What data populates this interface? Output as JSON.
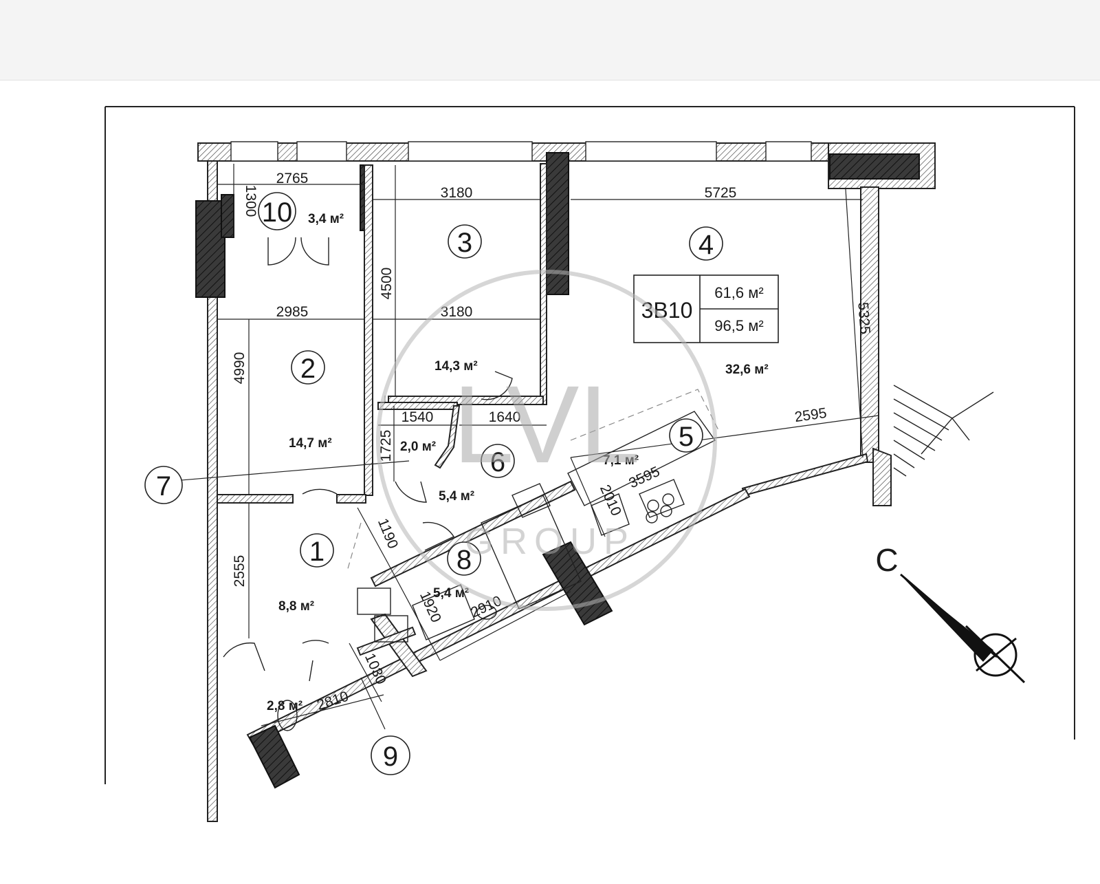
{
  "apartment": {
    "code": "3B10",
    "living_area": "61,6 м²",
    "total_area": "96,5 м²"
  },
  "rooms": [
    {
      "number": "1",
      "area": "8,8 м²"
    },
    {
      "number": "2",
      "area": "14,7 м²"
    },
    {
      "number": "3",
      "area": "14,3 м²"
    },
    {
      "number": "4",
      "area": "32,6 м²"
    },
    {
      "number": "5",
      "area": "7,1 м²"
    },
    {
      "number": "6",
      "area": "5,4 м²"
    },
    {
      "number": "7",
      "area": "2,0 м²"
    },
    {
      "number": "8",
      "area": "5,4 м²"
    },
    {
      "number": "9",
      "area": "2,8 м²"
    },
    {
      "number": "10",
      "area": "3,4 м²"
    }
  ],
  "dimensions": [
    "2765",
    "1300",
    "3180",
    "5725",
    "4500",
    "2985",
    "3180",
    "4990",
    "5325",
    "1540",
    "1640",
    "1725",
    "2595",
    "3595",
    "2010",
    "1190",
    "2555",
    "1920",
    "2910",
    "1030",
    "2810"
  ],
  "watermark": {
    "brand": "LVL",
    "sub": "GROUP"
  },
  "compass": {
    "letter": "С"
  }
}
